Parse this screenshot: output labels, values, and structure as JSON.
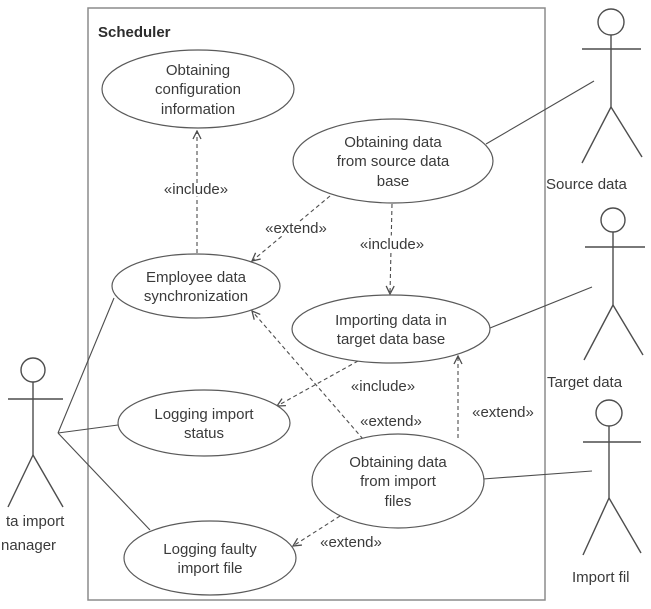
{
  "diagram": {
    "system_label": "Scheduler",
    "usecases": {
      "config": {
        "lines": [
          "Obtaining",
          "configuration",
          "information"
        ]
      },
      "source_db": {
        "lines": [
          "Obtaining data",
          "from source data",
          "base"
        ]
      },
      "employee_sync": {
        "lines": [
          "Employee data",
          "synchronization"
        ]
      },
      "importing": {
        "lines": [
          "Importing data in",
          "target data base"
        ]
      },
      "log_status": {
        "lines": [
          "Logging import",
          "status"
        ]
      },
      "import_files": {
        "lines": [
          "Obtaining data",
          "from import",
          "files"
        ]
      },
      "log_faulty": {
        "lines": [
          "Logging faulty",
          "import file"
        ]
      }
    },
    "actors": {
      "source": {
        "label": "Source data"
      },
      "target": {
        "label": "Target data"
      },
      "import_file": {
        "label": "Import fil"
      },
      "manager": {
        "label_lines": [
          "ta import",
          "nanager"
        ]
      }
    },
    "stereotypes": {
      "inc_config": "«include»",
      "ext_source": "«extend»",
      "inc_importing": "«include»",
      "inc_logstatus": "«include»",
      "ext_employee": "«extend»",
      "ext_importing": "«extend»",
      "ext_logfaulty": "«extend»"
    },
    "colors": {
      "line": "#4d4d4d",
      "boundary": "#8c8c8c",
      "text": "#3a3a3a",
      "background": "#ffffff"
    }
  }
}
